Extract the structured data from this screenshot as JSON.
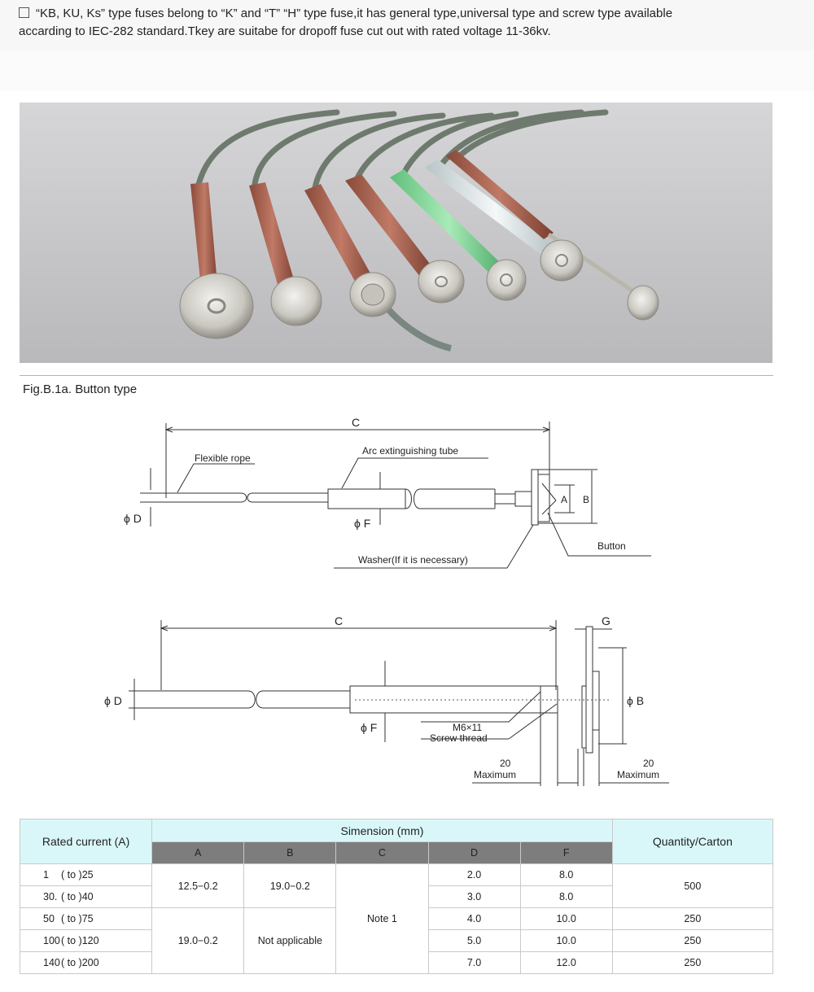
{
  "intro": {
    "line1": "“KB, KU, Ks” type fuses belong to “K” and “T” “H” type fuse,it has general type,universal type and screw type available",
    "line2": "accarding to IEC-282 standard.Tkey are suitabe for dropoff fuse cut out with rated voltage 11-36kv."
  },
  "figure_caption": "Fig.B.1a. Button type",
  "diagram1": {
    "C": "C",
    "flexible_rope": "Flexible rope",
    "arc_tube": "Arc extinguishing tube",
    "phiD": "ϕ D",
    "phiF": "ϕ F",
    "A": "A",
    "B": "B",
    "button": "Button",
    "washer": "Washer(If it is necessary)"
  },
  "diagram2": {
    "C": "C",
    "G": "G",
    "phiD": "ϕ D",
    "phiF": "ϕ F",
    "phiB": "ϕ B",
    "m6": "M6×11",
    "screw_thread": "Screw thread",
    "twenty_left": "20",
    "maximum_left": "Maximum",
    "twenty_right": "20",
    "maximum_right": "Maximum"
  },
  "table": {
    "rated_current_header": "Rated current (A)",
    "dimension_header": "Simension (mm)",
    "quantity_header": "Quantity/Carton",
    "cols": [
      "A",
      "B",
      "C",
      "D",
      "F"
    ],
    "rows": [
      {
        "from": "1",
        "to": "( to )25",
        "D": "2.0",
        "F": "8.0"
      },
      {
        "from": "30.",
        "to": "( to )40",
        "D": "3.0",
        "F": "8.0"
      },
      {
        "from": "50",
        "to": "( to )75",
        "D": "4.0",
        "F": "10.0"
      },
      {
        "from": "100",
        "to": "( to )120",
        "D": "5.0",
        "F": "10.0"
      },
      {
        "from": "140",
        "to": "( to )200",
        "D": "7.0",
        "F": "12.0"
      }
    ],
    "A_group1": "12.5−0.2",
    "B_group1": "19.0−0.2",
    "A_group2": "19.0−0.2",
    "B_group2": "Not applicable",
    "C_note": "Note 1",
    "qty_group1": "500",
    "qty_row3": "250",
    "qty_row4": "250",
    "qty_row5": "250"
  }
}
